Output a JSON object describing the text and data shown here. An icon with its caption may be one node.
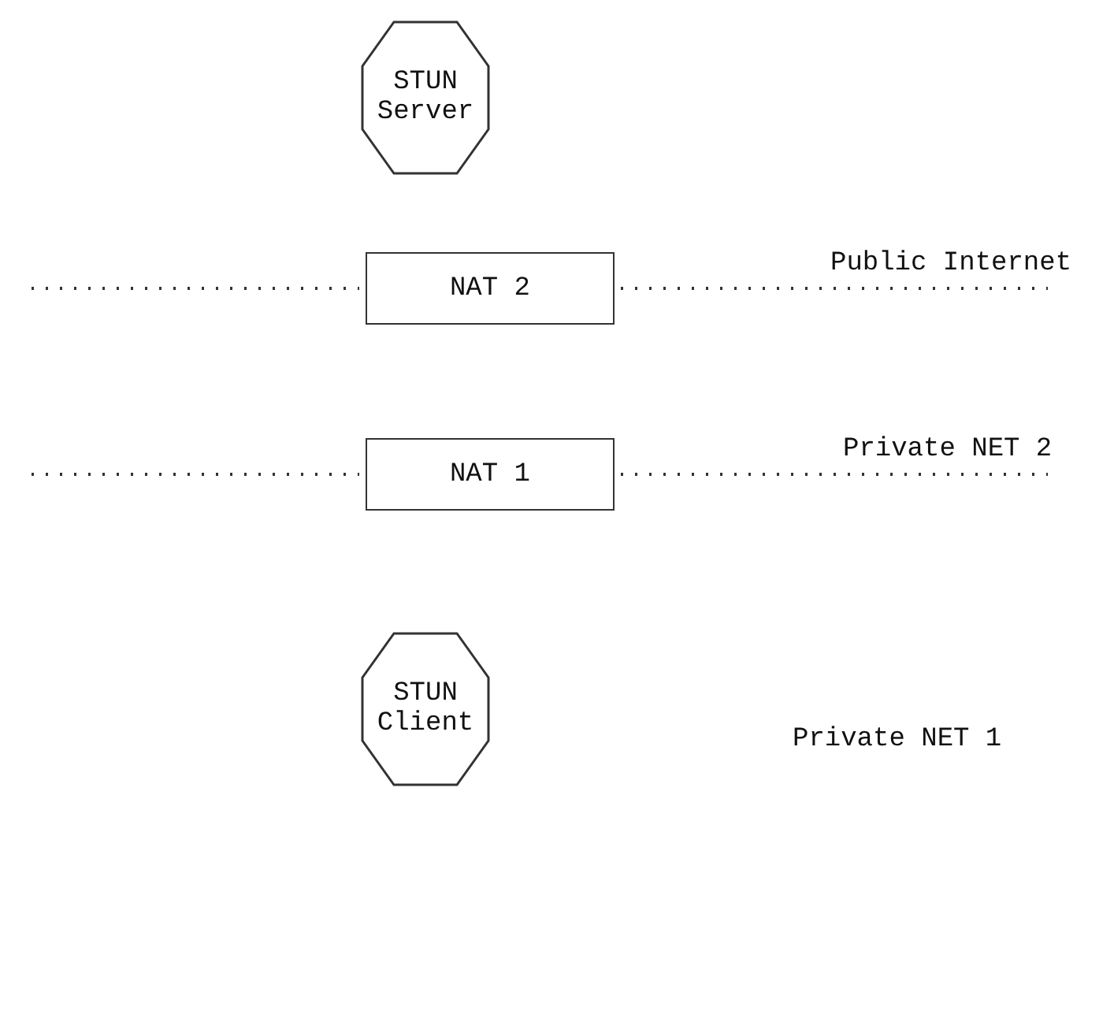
{
  "diagram": {
    "nodes": [
      {
        "text": [
          "STUN Server"
        ]
      },
      {
        "text": [
          "NAT 2"
        ]
      },
      {
        "text": [
          "NAT 1"
        ]
      },
      {
        "text": [
          "STUN Client"
        ]
      }
    ],
    "labels": [
      "Public Internet",
      "Private NET 2",
      "Private NET 1"
    ]
  }
}
